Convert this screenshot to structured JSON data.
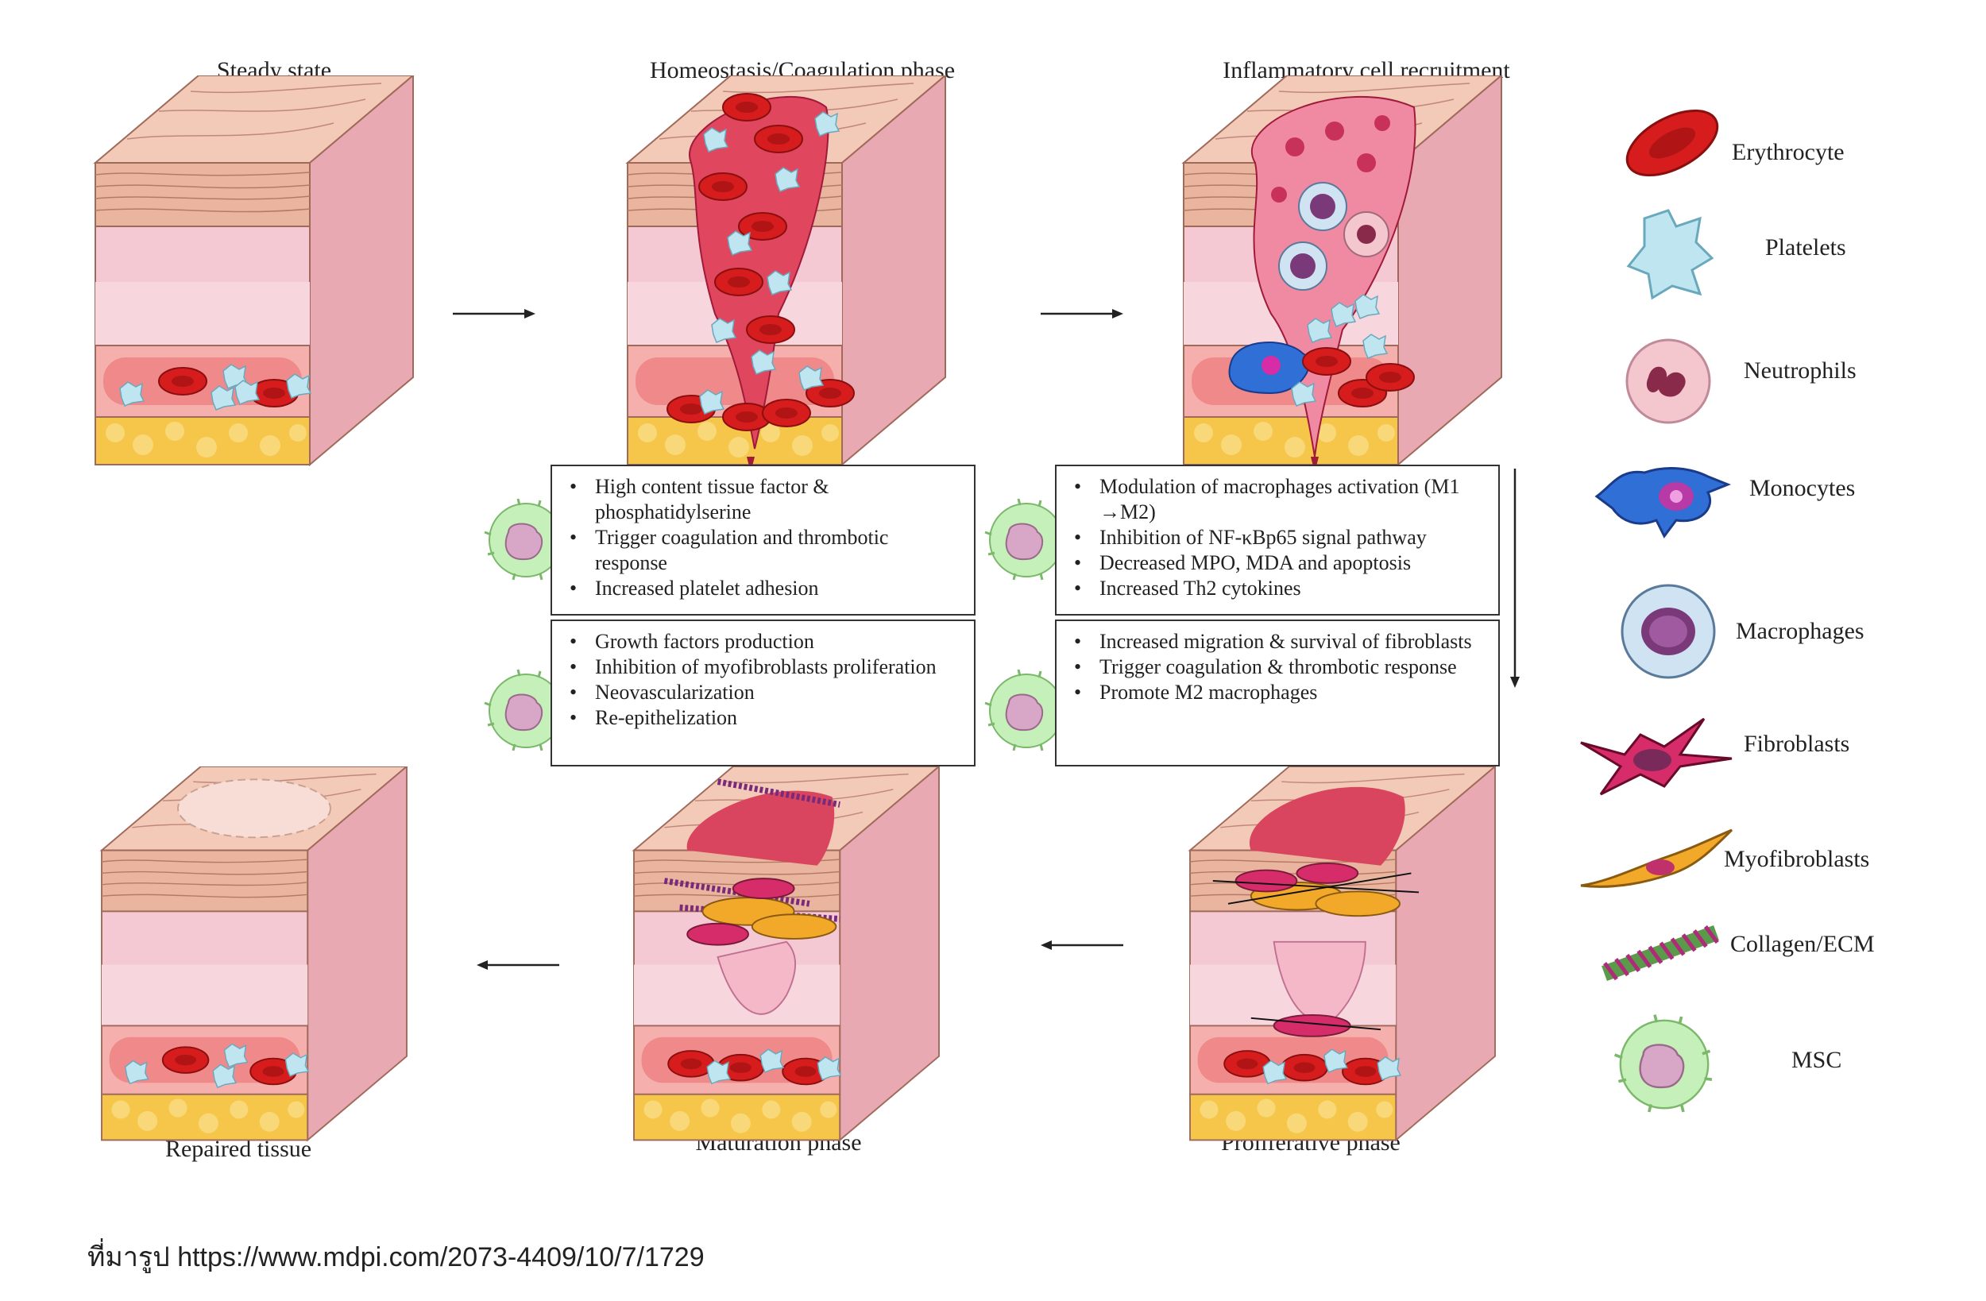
{
  "titles": {
    "steady": "Steady state",
    "homeostasis": "Homeostasis/Coagulation phase",
    "inflammatory": "Inflammatory cell recruitment",
    "repaired": "Repaired tissue",
    "maturation": "Maturation phase",
    "proliferative": "Proliferative phase"
  },
  "legend": [
    {
      "label": "Erythrocyte",
      "icon": "erythrocyte-icon",
      "color": "#d61c1c"
    },
    {
      "label": "Platelets",
      "icon": "platelet-icon",
      "color": "#bfe6f0"
    },
    {
      "label": "Neutrophils",
      "icon": "neutrophil-icon",
      "color": "#f4c7cf"
    },
    {
      "label": "Monocytes",
      "icon": "monocyte-icon",
      "color": "#2f6fd6"
    },
    {
      "label": "Macrophages",
      "icon": "macrophage-icon",
      "color": "#cfe3f2"
    },
    {
      "label": "Fibroblasts",
      "icon": "fibroblast-icon",
      "color": "#d62c6a"
    },
    {
      "label": "Myofibroblasts",
      "icon": "myofibroblast-icon",
      "color": "#f2a92a"
    },
    {
      "label": "Collagen/ECM",
      "icon": "collagen-icon",
      "color": "#8a2a6a"
    },
    {
      "label": "MSC",
      "icon": "msc-icon",
      "color": "#bff0b0"
    }
  ],
  "boxes": {
    "coagulation": [
      "High content tissue factor & phosphatidylserine",
      "Trigger coagulation and thrombotic response",
      "Increased platelet adhesion"
    ],
    "inflammation": [
      "Modulation of macrophages activation (M1 →M2)",
      "Inhibition of NF-κBp65 signal pathway",
      "Decreased MPO, MDA and apoptosis",
      "Increased Th2 cytokines"
    ],
    "maturation": [
      "Growth factors production",
      "Inhibition of myofibroblasts proliferation",
      "Neovascularization",
      "Re-epithelization"
    ],
    "proliferation": [
      "Increased migration & survival of fibroblasts",
      "Trigger coagulation & thrombotic response",
      "Promote M2 macrophages"
    ]
  },
  "source": "ที่มารูป https://www.mdpi.com/2073-4409/10/7/1729",
  "colors": {
    "skin_top": "#f3c9b8",
    "dermis": "#f4c9d3",
    "vessel": "#f08a8a",
    "fat": "#f5c64a",
    "wound": "#e0465e",
    "msc": "#c6f0b9"
  }
}
